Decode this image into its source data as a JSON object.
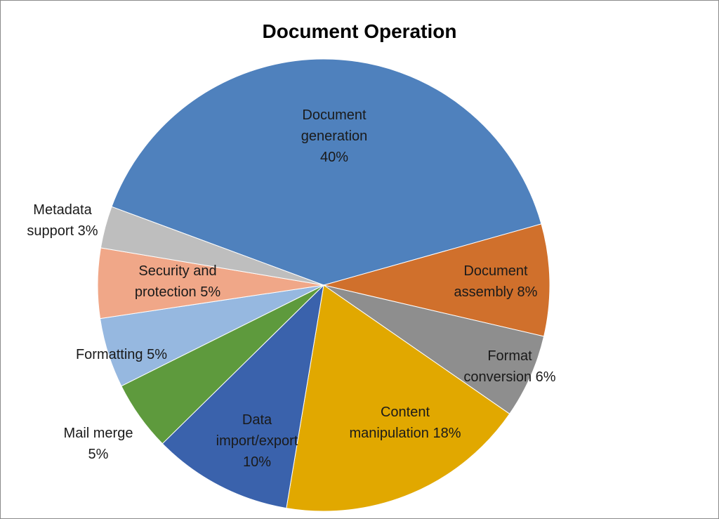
{
  "chart_data": {
    "type": "pie",
    "title": "Document Operation",
    "slices": [
      {
        "name": "Document generation",
        "value": 40,
        "label": "Document\ngeneration\n40%",
        "color": "#4F81BD"
      },
      {
        "name": "Document assembly",
        "value": 8,
        "label": "Document\nassembly 8%",
        "color": "#D0702C"
      },
      {
        "name": "Format conversion",
        "value": 6,
        "label": "Format\nconversion 6%",
        "color": "#8E8E8E"
      },
      {
        "name": "Content manipulation",
        "value": 18,
        "label": "Content\nmanipulation 18%",
        "color": "#E1A800"
      },
      {
        "name": "Data import/export",
        "value": 10,
        "label": "Data\nimport/export\n10%",
        "color": "#3A62AC"
      },
      {
        "name": "Mail merge",
        "value": 5,
        "label": "Mail merge\n5%",
        "color": "#5E9A3D"
      },
      {
        "name": "Formatting",
        "value": 5,
        "label": "Formatting 5%",
        "color": "#96B8E0"
      },
      {
        "name": "Security and protection",
        "value": 5,
        "label": "Security and\nprotection 5%",
        "color": "#F0A788"
      },
      {
        "name": "Metadata support",
        "value": 3,
        "label": "Metadata\nsupport 3%",
        "color": "#BEBEBE"
      }
    ],
    "legend": "none"
  }
}
